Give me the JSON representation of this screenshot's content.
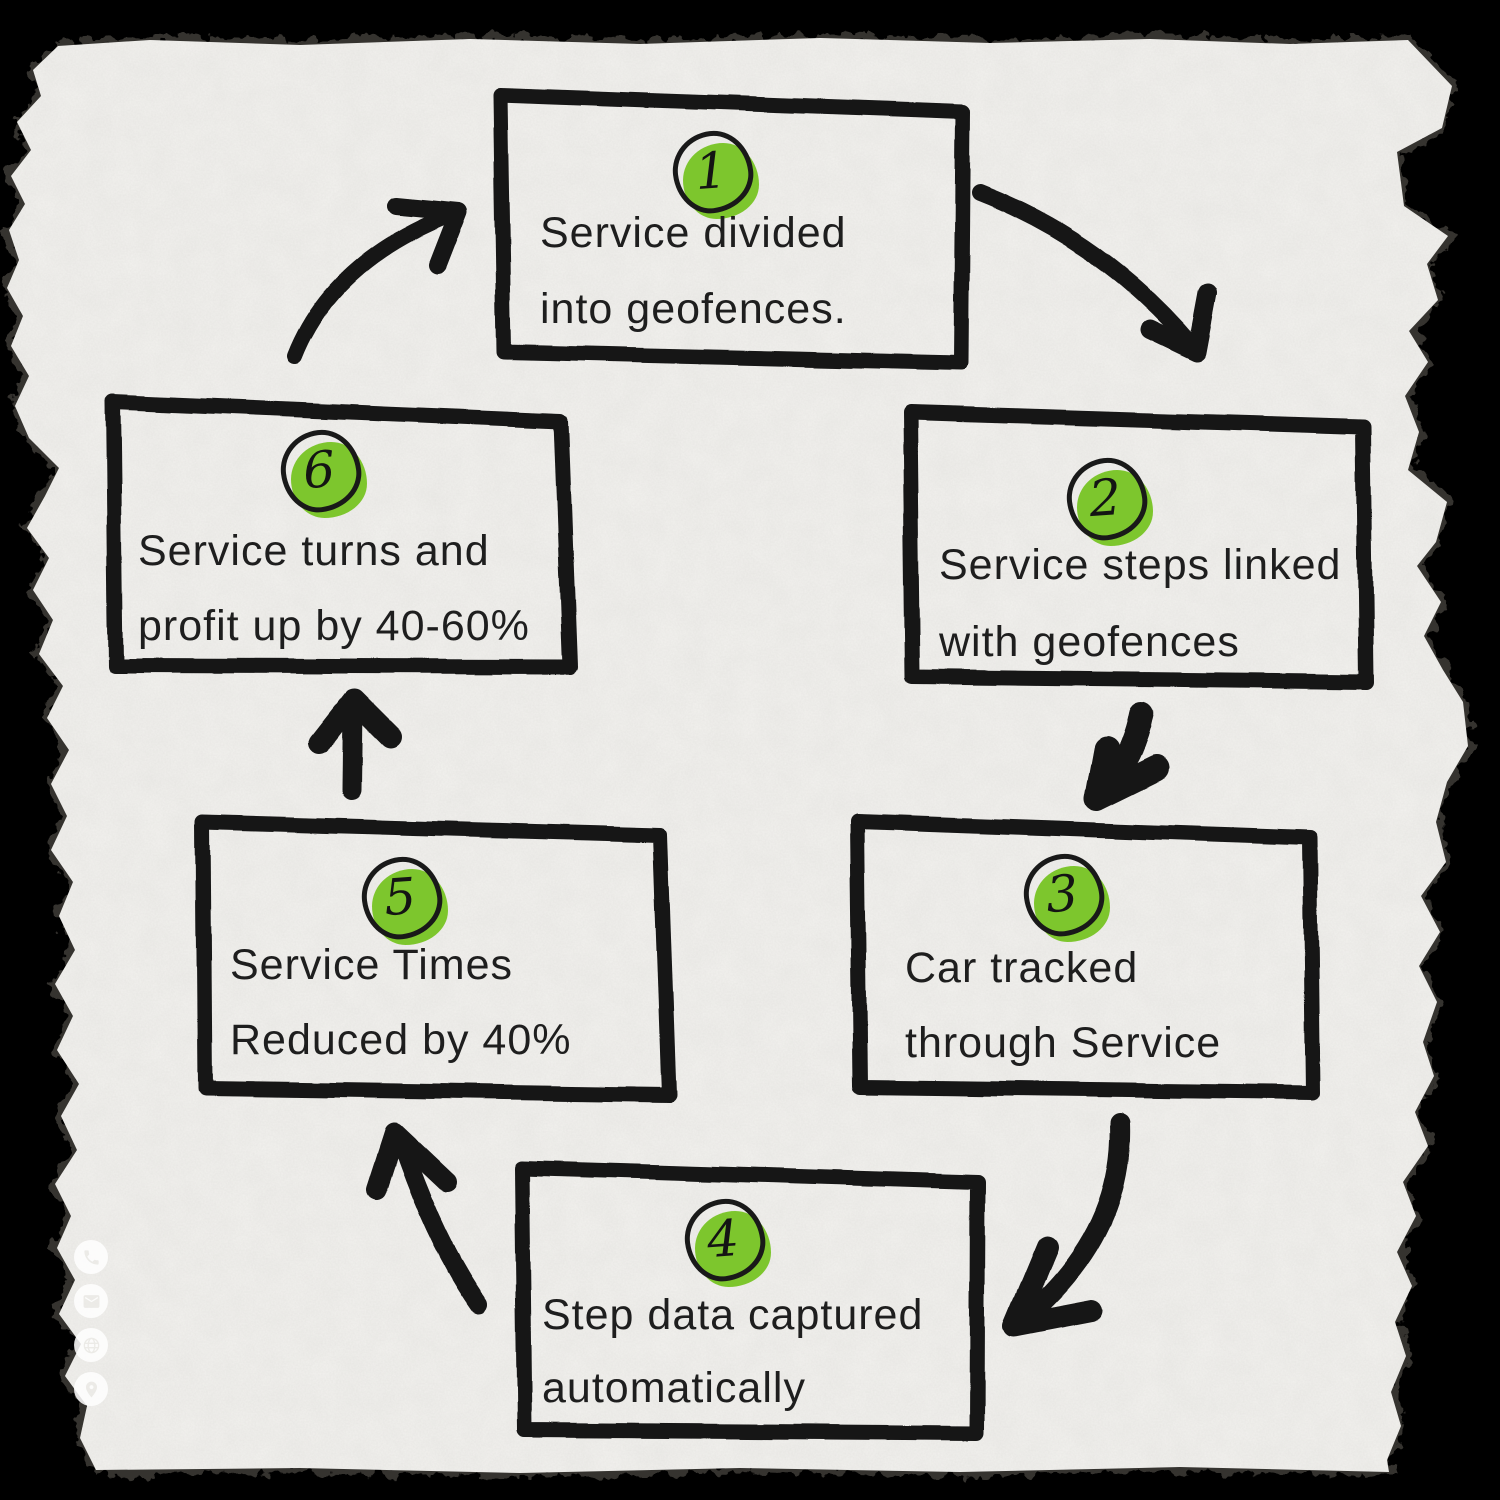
{
  "steps": [
    {
      "number": "1",
      "line1": "Service divided",
      "line2": "into geofences."
    },
    {
      "number": "2",
      "line1": "Service steps linked",
      "line2": "with geofences"
    },
    {
      "number": "3",
      "line1": "Car tracked",
      "line2": "through Service"
    },
    {
      "number": "4",
      "line1": "Step data captured",
      "line2": "automatically"
    },
    {
      "number": "5",
      "line1": "Service Times",
      "line2": "Reduced by 40%"
    },
    {
      "number": "6",
      "line1": "Service turns and",
      "line2": "profit up by 40-60%"
    }
  ],
  "contact_icons": [
    "phone-icon",
    "email-icon",
    "globe-icon",
    "location-pin-icon"
  ],
  "colors": {
    "accent_green": "#7dc62d",
    "ink": "#151515",
    "paper": "#f3f2ef",
    "background": "#000000"
  }
}
